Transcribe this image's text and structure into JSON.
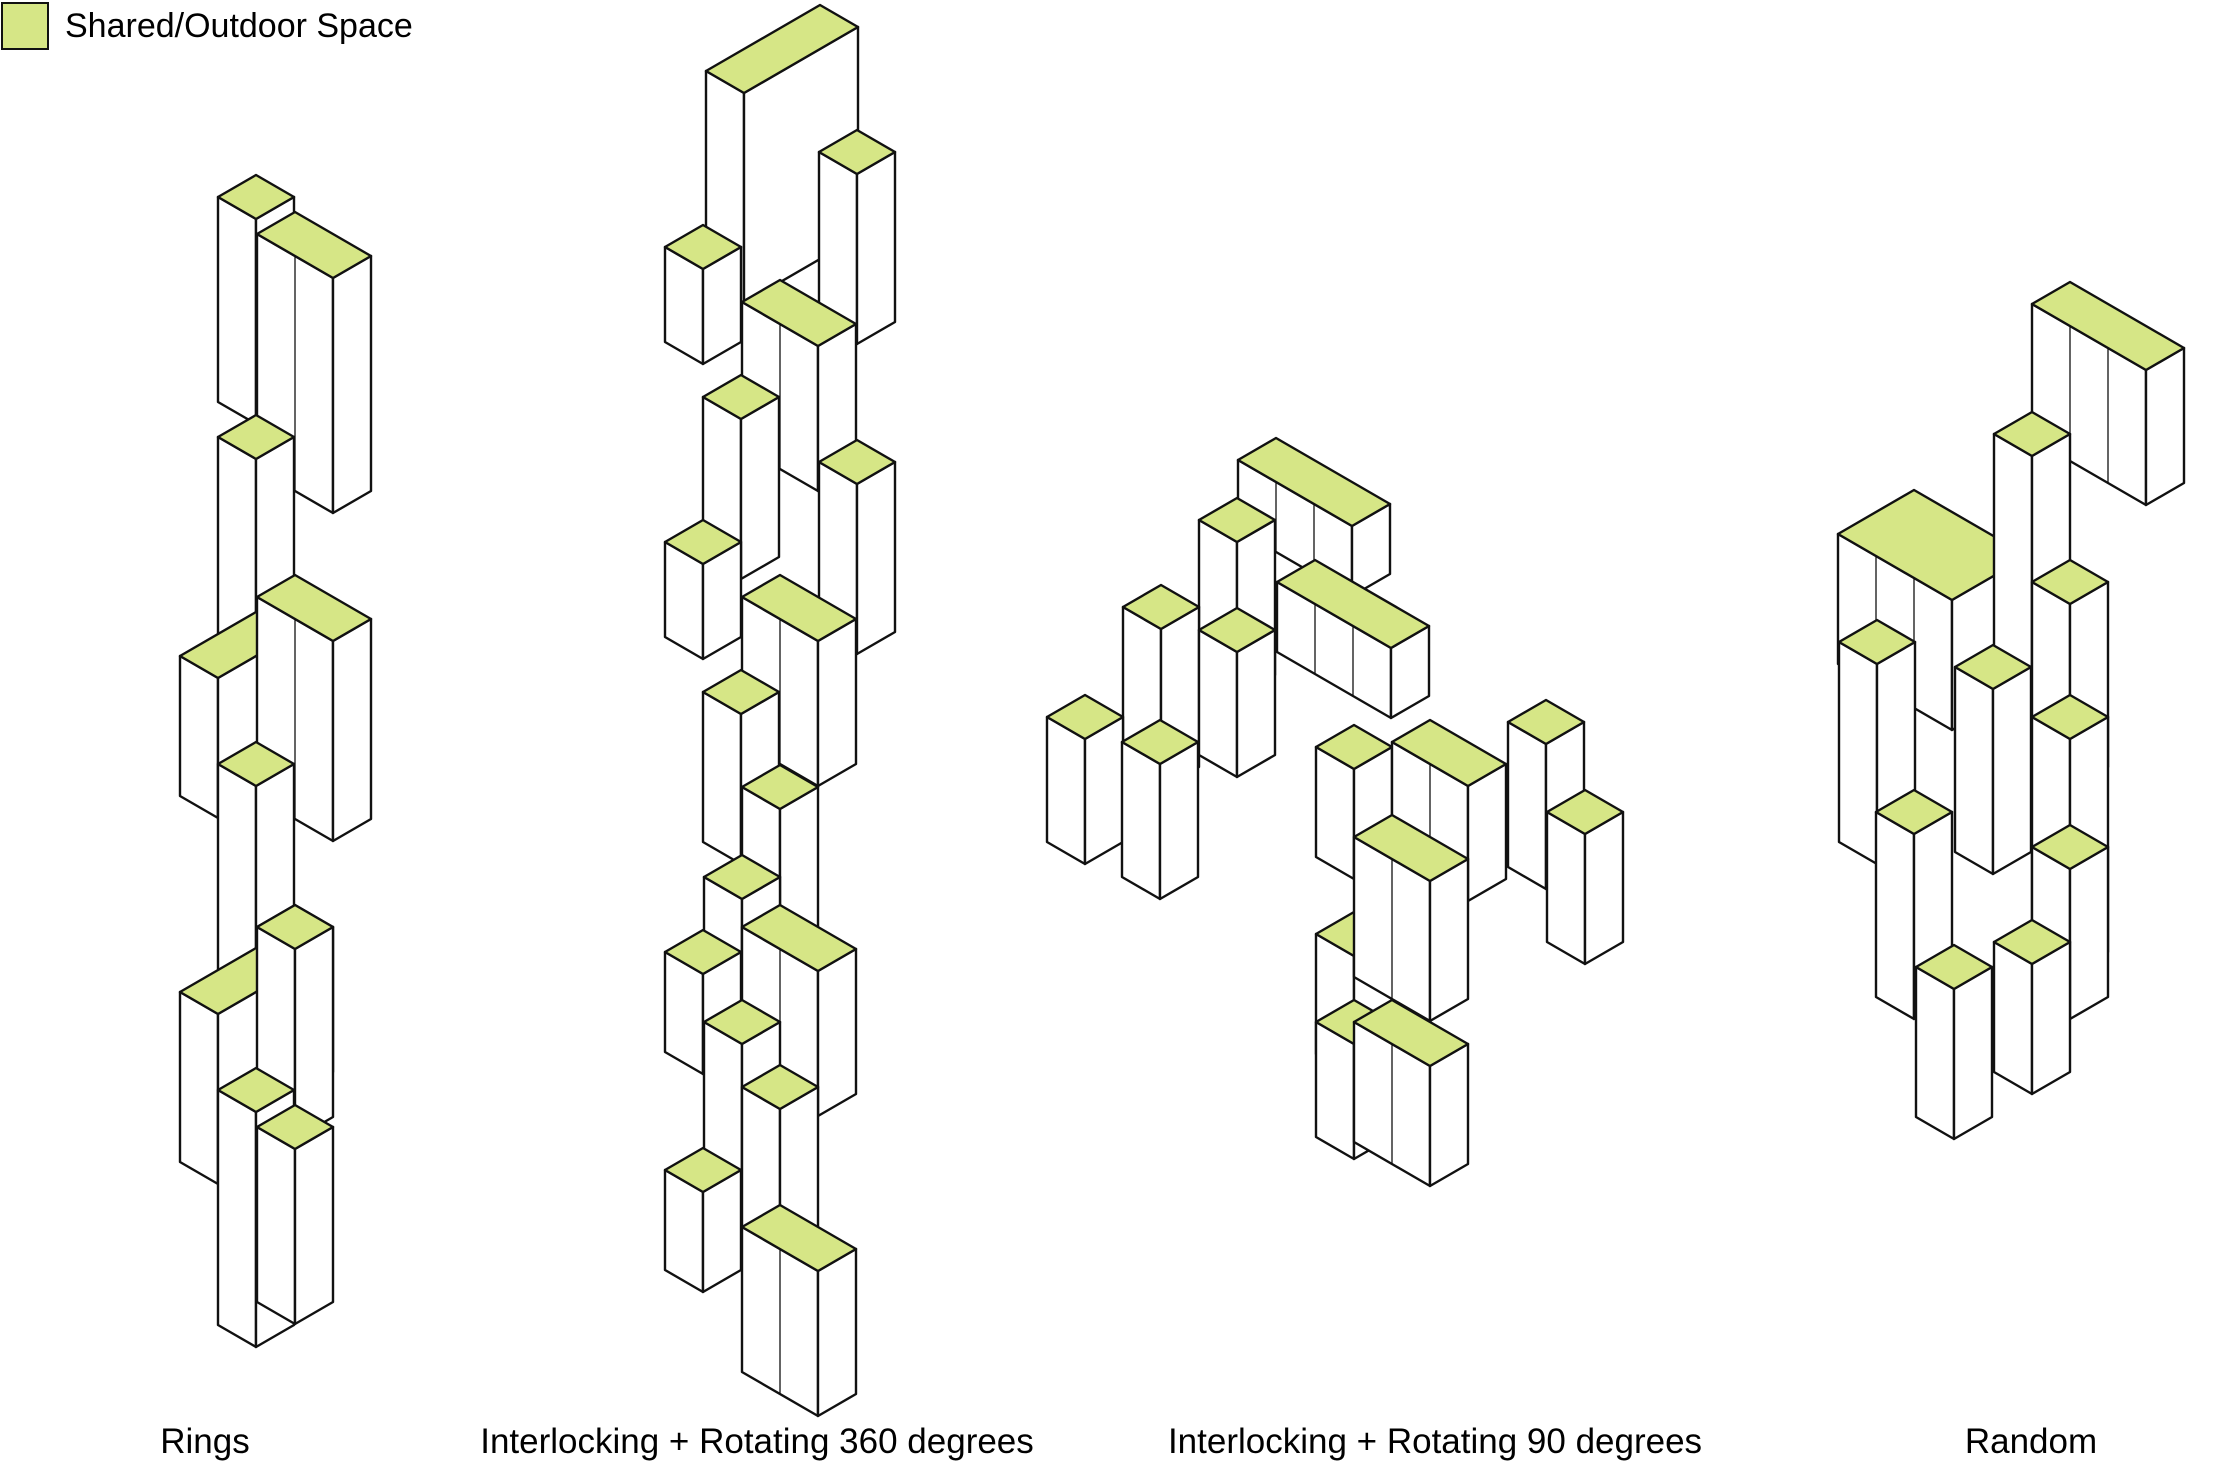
{
  "legend": {
    "label": "Shared/Outdoor Space",
    "color": "#d6e686",
    "icon": "legend-swatch"
  },
  "captions": {
    "rings": "Rings",
    "interlock360": "Interlocking + Rotating 360 degrees",
    "interlock90": "Interlocking + Rotating 90 degrees",
    "random": "Random"
  }
}
